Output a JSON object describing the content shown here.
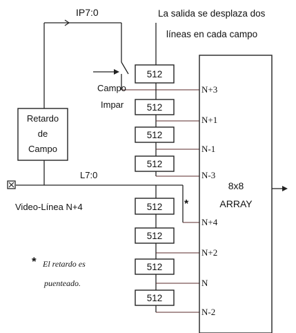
{
  "diagram": {
    "top_input_label": "IP7:0",
    "heading_line1": "La salida se desplaza dos",
    "heading_line2": "líneas en cada campo",
    "switch_label_line1": "Campo",
    "switch_label_line2": "Impar",
    "field_delay_line1": "Retardo",
    "field_delay_line2": "de",
    "field_delay_line3": "Campo",
    "bottom_input_label": "L7:0",
    "video_line_label": "Video-Línea N+4",
    "line_delay_label": "512",
    "array_line1": "8x8",
    "array_line2": "ARRAY",
    "asterisk": "*",
    "footnote_line1": "El retardo es",
    "footnote_line2": "puenteado.",
    "taps": [
      "N+3",
      "N+1",
      "N-1",
      "N-3",
      "N+4",
      "N+2",
      "N",
      "N-2"
    ]
  }
}
